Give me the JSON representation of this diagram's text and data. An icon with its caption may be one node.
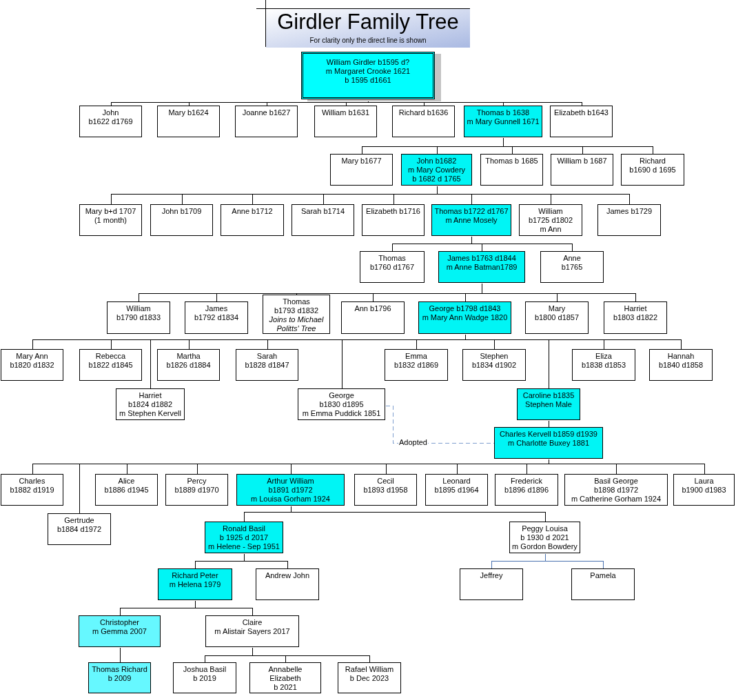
{
  "diagram": {
    "title": "Girdler Family Tree",
    "caption": "For clarity only the direct line is shown",
    "nodes": [
      {
        "text": [
          "William Girdler b1595 d?",
          "m Margaret Crooke 1621",
          "b 1595 d1661"
        ]
      },
      {
        "text": [
          "John",
          "b1622 d1769"
        ]
      },
      {
        "text": [
          "Mary b1624"
        ]
      },
      {
        "text": [
          "Joanne b1627"
        ]
      },
      {
        "text": [
          "William b1631"
        ]
      },
      {
        "text": [
          "Richard b1636"
        ]
      },
      {
        "text": [
          "Thomas b 1638",
          "m Mary Gunnell 1671"
        ]
      },
      {
        "text": [
          "Elizabeth b1643"
        ]
      },
      {
        "text": [
          "Mary b1677"
        ]
      },
      {
        "text": [
          "John b1682",
          "m Mary Cowdery",
          "b 1682 d 1765"
        ]
      },
      {
        "text": [
          "Thomas b 1685"
        ]
      },
      {
        "text": [
          "William b 1687"
        ]
      },
      {
        "text": [
          "Richard",
          "b1690 d 1695"
        ]
      },
      {
        "text": [
          "Mary b+d 1707",
          "(1 month)"
        ]
      },
      {
        "text": [
          "John b1709"
        ]
      },
      {
        "text": [
          "Anne b1712"
        ]
      },
      {
        "text": [
          "Sarah b1714"
        ]
      },
      {
        "text": [
          "Elizabeth b1716"
        ]
      },
      {
        "text": [
          "Thomas b1722 d1767",
          "m Anne Mosely"
        ]
      },
      {
        "text": [
          "William",
          "b1725 d1802",
          "m Ann"
        ]
      },
      {
        "text": [
          "James b1729"
        ]
      },
      {
        "text": [
          "Thomas",
          "b1760 d1767"
        ]
      },
      {
        "text": [
          "James b1763 d1844",
          "m Anne Batman1789"
        ]
      },
      {
        "text": [
          "Anne",
          "b1765"
        ]
      },
      {
        "text": [
          "William",
          "b1790 d1833"
        ]
      },
      {
        "text": [
          "James",
          "b1792 d1834"
        ]
      },
      {
        "text": [
          "Thomas",
          "b1793 d1832",
          "*Joins to Michael Politts' Tree*"
        ]
      },
      {
        "text": [
          "Ann b1796"
        ]
      },
      {
        "text": [
          "George b1798 d1843",
          "m Mary Ann Wadge 1820"
        ]
      },
      {
        "text": [
          "Mary",
          "b1800 d1857"
        ]
      },
      {
        "text": [
          "Harriet",
          "b1803 d1822"
        ]
      },
      {
        "text": [
          "Mary Ann",
          "b1820 d1832"
        ]
      },
      {
        "text": [
          "Rebecca",
          "b1822 d1845"
        ]
      },
      {
        "text": [
          "Martha",
          "b1826 d1884"
        ]
      },
      {
        "text": [
          "Sarah",
          "b1828 d1847"
        ]
      },
      {
        "text": [
          "Emma",
          "b1832 d1869"
        ]
      },
      {
        "text": [
          "Stephen",
          "b1834 d1902"
        ]
      },
      {
        "text": [
          "Eliza",
          "b1838 d1853"
        ]
      },
      {
        "text": [
          "Hannah",
          "b1840 d1858"
        ]
      },
      {
        "text": [
          "Harriet",
          "b1824 d1882",
          "m Stephen Kervell"
        ]
      },
      {
        "text": [
          "George",
          "b1830 d1895",
          "m Emma Puddick 1851"
        ]
      },
      {
        "text": [
          "Caroline b1835",
          "Stephen Male"
        ]
      },
      {
        "text": [
          "Charles Kervell b1859 d1939",
          "m Charlotte Buxey 1881"
        ]
      },
      {
        "text": [
          "Charles",
          "b1882 d1919"
        ]
      },
      {
        "text": [
          "Alice",
          "b1886 d1945"
        ]
      },
      {
        "text": [
          "Percy",
          "b1889 d1970"
        ]
      },
      {
        "text": [
          "Arthur William",
          "b1891 d1972",
          "m Louisa Gorham 1924"
        ]
      },
      {
        "text": [
          "Cecil",
          "b1893 d1958"
        ]
      },
      {
        "text": [
          "Leonard",
          "b1895 d1964"
        ]
      },
      {
        "text": [
          "Frederick",
          "b1896 d1896"
        ]
      },
      {
        "text": [
          "Basil George",
          "b1898 d1972",
          "m Catherine Gorham 1924"
        ]
      },
      {
        "text": [
          "Laura",
          "b1900 d1983"
        ]
      },
      {
        "text": [
          "Gertrude",
          "b1884 d1972"
        ]
      },
      {
        "text": [
          "Ronald Basil",
          "b 1925 d 2017",
          "m Helene - Sep 1951"
        ]
      },
      {
        "text": [
          "Peggy Louisa",
          "b 1930 d 2021",
          "m Gordon Bowdery"
        ]
      },
      {
        "text": [
          "Richard Peter",
          "m Helena 1979"
        ]
      },
      {
        "text": [
          "Andrew John"
        ]
      },
      {
        "text": [
          "Jeffrey"
        ]
      },
      {
        "text": [
          "Pamela"
        ]
      },
      {
        "text": [
          "Christopher",
          "m Gemma 2007"
        ]
      },
      {
        "text": [
          "Claire",
          "m Alistair Sayers 2017"
        ]
      },
      {
        "text": [
          "Thomas Richard",
          "b 2009"
        ]
      },
      {
        "text": [
          "Joshua Basil",
          "b 2019"
        ]
      },
      {
        "text": [
          "Annabelle Elizabeth",
          "b 2021"
        ]
      },
      {
        "text": [
          "Rafael William",
          "b Dec 2023"
        ]
      }
    ],
    "edges": [
      {
        "from": 0,
        "to": 1,
        "arrow": "none"
      },
      {
        "from": 0,
        "to": 2,
        "arrow": "none"
      },
      {
        "from": 0,
        "to": 3,
        "arrow": "none"
      },
      {
        "from": 0,
        "to": 4,
        "arrow": "none"
      },
      {
        "from": 0,
        "to": 5,
        "arrow": "none"
      },
      {
        "from": 0,
        "to": 6,
        "arrow": "none"
      },
      {
        "from": 0,
        "to": 7,
        "arrow": "none"
      },
      {
        "from": 6,
        "to": 8,
        "arrow": "none"
      },
      {
        "from": 6,
        "to": 9,
        "arrow": "none"
      },
      {
        "from": 6,
        "to": 10,
        "arrow": "none"
      },
      {
        "from": 6,
        "to": 11,
        "arrow": "none"
      },
      {
        "from": 6,
        "to": 12,
        "arrow": "none"
      },
      {
        "from": 9,
        "to": 13,
        "arrow": "none"
      },
      {
        "from": 9,
        "to": 14,
        "arrow": "none"
      },
      {
        "from": 9,
        "to": 15,
        "arrow": "none"
      },
      {
        "from": 9,
        "to": 16,
        "arrow": "none"
      },
      {
        "from": 9,
        "to": 17,
        "arrow": "none"
      },
      {
        "from": 9,
        "to": 18,
        "arrow": "none"
      },
      {
        "from": 9,
        "to": 19,
        "arrow": "none"
      },
      {
        "from": 9,
        "to": 20,
        "arrow": "none"
      },
      {
        "from": 18,
        "to": 21,
        "arrow": "none"
      },
      {
        "from": 18,
        "to": 22,
        "arrow": "none"
      },
      {
        "from": 18,
        "to": 23,
        "arrow": "none"
      },
      {
        "from": 22,
        "to": 24,
        "arrow": "none"
      },
      {
        "from": 22,
        "to": 25,
        "arrow": "none"
      },
      {
        "from": 22,
        "to": 26,
        "arrow": "none"
      },
      {
        "from": 22,
        "to": 27,
        "arrow": "none"
      },
      {
        "from": 22,
        "to": 28,
        "arrow": "none"
      },
      {
        "from": 22,
        "to": 29,
        "arrow": "none"
      },
      {
        "from": 22,
        "to": 30,
        "arrow": "none"
      },
      {
        "from": 28,
        "to": 31,
        "arrow": "none"
      },
      {
        "from": 28,
        "to": 32,
        "arrow": "none"
      },
      {
        "from": 28,
        "to": 33,
        "arrow": "none"
      },
      {
        "from": 28,
        "to": 34,
        "arrow": "none"
      },
      {
        "from": 28,
        "to": 35,
        "arrow": "none"
      },
      {
        "from": 28,
        "to": 36,
        "arrow": "none"
      },
      {
        "from": 28,
        "to": 37,
        "arrow": "none"
      },
      {
        "from": 28,
        "to": 38,
        "arrow": "none"
      },
      {
        "from": 28,
        "to": 39,
        "arrow": "none"
      },
      {
        "from": 28,
        "to": 40,
        "arrow": "none"
      },
      {
        "from": 28,
        "to": 41,
        "arrow": "none"
      },
      {
        "from": 41,
        "to": 42,
        "arrow": "none"
      },
      {
        "from": 40,
        "to": 42,
        "arrow": "none",
        "label": "Adopted",
        "style": "dashed",
        "color": "#7f9fcf"
      },
      {
        "from": 42,
        "to": 43,
        "arrow": "none"
      },
      {
        "from": 42,
        "to": 44,
        "arrow": "none"
      },
      {
        "from": 42,
        "to": 45,
        "arrow": "none"
      },
      {
        "from": 42,
        "to": 46,
        "arrow": "none"
      },
      {
        "from": 42,
        "to": 47,
        "arrow": "none"
      },
      {
        "from": 42,
        "to": 48,
        "arrow": "none"
      },
      {
        "from": 42,
        "to": 49,
        "arrow": "none"
      },
      {
        "from": 42,
        "to": 50,
        "arrow": "none"
      },
      {
        "from": 42,
        "to": 51,
        "arrow": "none"
      },
      {
        "from": 42,
        "to": 52,
        "arrow": "none"
      },
      {
        "from": 46,
        "to": 53,
        "arrow": "none"
      },
      {
        "from": 46,
        "to": 54,
        "arrow": "none"
      },
      {
        "from": 53,
        "to": 55,
        "arrow": "none"
      },
      {
        "from": 53,
        "to": 56,
        "arrow": "none"
      },
      {
        "from": 54,
        "to": 57,
        "arrow": "none",
        "color": "#4a72b0"
      },
      {
        "from": 54,
        "to": 58,
        "arrow": "none",
        "color": "#4a72b0"
      },
      {
        "from": 55,
        "to": 59,
        "arrow": "none"
      },
      {
        "from": 55,
        "to": 60,
        "arrow": "none"
      },
      {
        "from": 59,
        "to": 61,
        "arrow": "none"
      },
      {
        "from": 60,
        "to": 62,
        "arrow": "none"
      },
      {
        "from": 60,
        "to": 63,
        "arrow": "none"
      },
      {
        "from": 60,
        "to": 64,
        "arrow": "none"
      }
    ]
  }
}
